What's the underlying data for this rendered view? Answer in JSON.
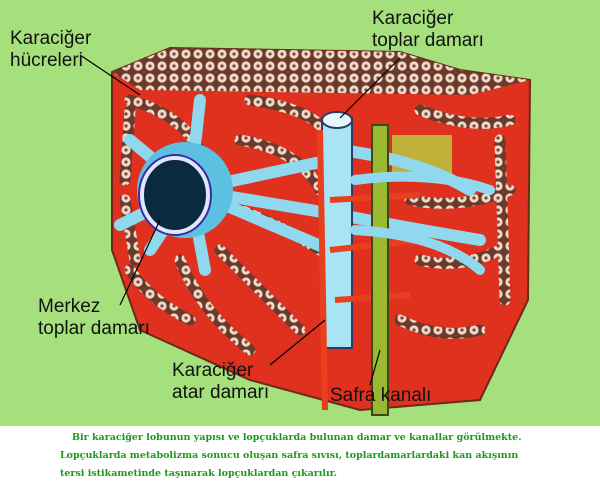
{
  "labels": {
    "hepatocytes": [
      "Karaciğer",
      "hücreleri"
    ],
    "hepatic_vein": [
      "Karaciğer",
      "toplar damarı"
    ],
    "central_vein": [
      "Merkez",
      "toplar damarı"
    ],
    "hepatic_artery": [
      "Karaciğer",
      "atar damarı"
    ],
    "bile_duct": "Safra kanalı"
  },
  "caption": [
    "Bir karaciğer lobunun yapısı ve lopçuklarda bulunan damar ve kanallar görülmekte.",
    "Lopçuklarda metabolizma sonucu oluşan safra sıvısı, toplardamarlardaki kan akışının",
    "tersi istikametinde taşınarak lopçuklardan çıkarılır."
  ],
  "colors": {
    "background": "#a6e07c",
    "tissue": "#e0301e",
    "vein": "#8fd8ee",
    "artery": "#e8401e",
    "bile": "#9ab832",
    "caption": "#1a9a1a"
  }
}
